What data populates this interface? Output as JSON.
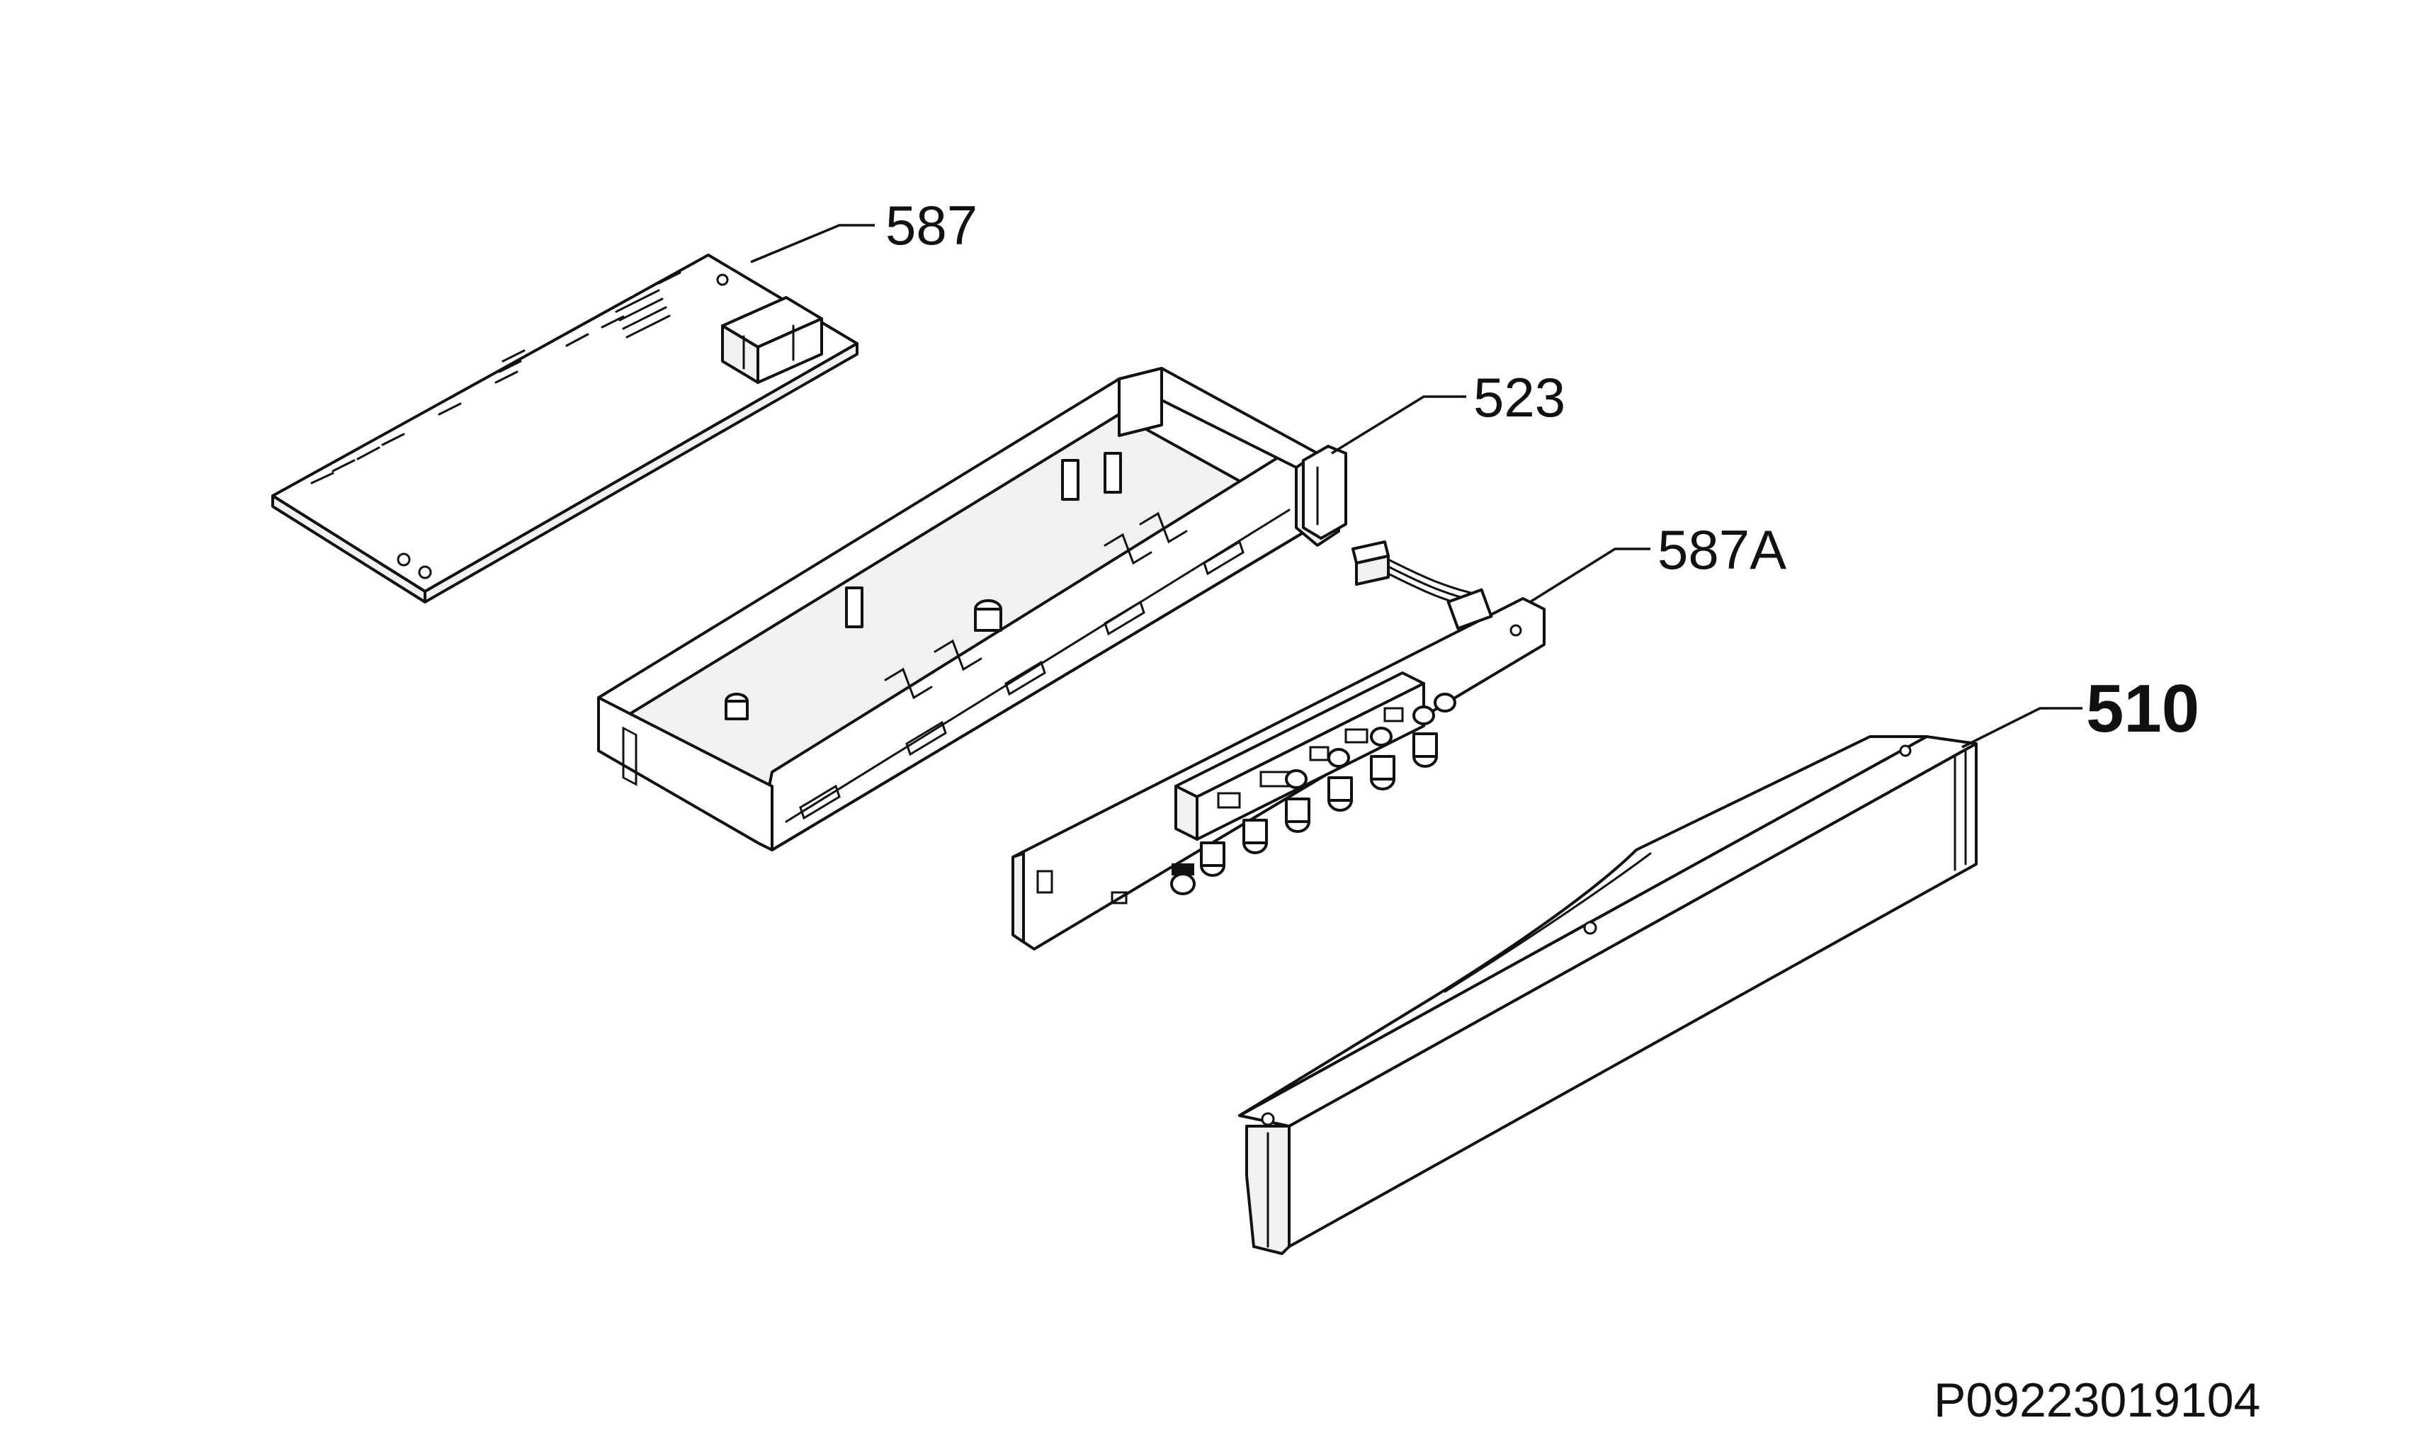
{
  "diagram": {
    "parts": [
      {
        "id": "587",
        "label": "587"
      },
      {
        "id": "523",
        "label": "523"
      },
      {
        "id": "587A",
        "label": "587A"
      },
      {
        "id": "510",
        "label": "510"
      }
    ],
    "document_id": "P09223019104"
  },
  "colors": {
    "line": "#111111",
    "background": "#ffffff"
  }
}
